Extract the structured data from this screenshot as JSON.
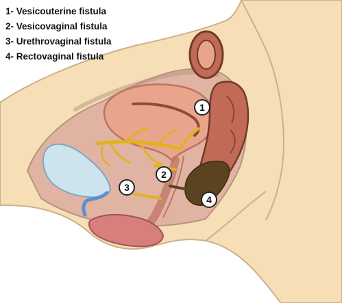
{
  "legend": {
    "items": [
      "1- Vesicouterine fistula",
      "2- Vesicovaginal fistula",
      "3- Urethrovaginal fistula",
      "4- Rectovaginal fistula"
    ]
  },
  "markers": [
    "1",
    "2",
    "3",
    "4"
  ],
  "colors": {
    "skin": "#f6dfb6",
    "skin_outline": "#cdb087",
    "pelvic_cavity": "#e1b3a2",
    "peritoneum_shadow": "#b6947f",
    "bladder": "#cde3ee",
    "uterus": "#e9a58c",
    "uterus_outline": "#bd7363",
    "rectum": "#c16a55",
    "rectum_dark": "#6f3b2a",
    "feces": "#5b431f",
    "fistula": "#e0b320",
    "urethra": "#5d8fce",
    "vulva": "#d77f7c",
    "marker_fill": "#ffffff",
    "marker_stroke": "#222222"
  }
}
